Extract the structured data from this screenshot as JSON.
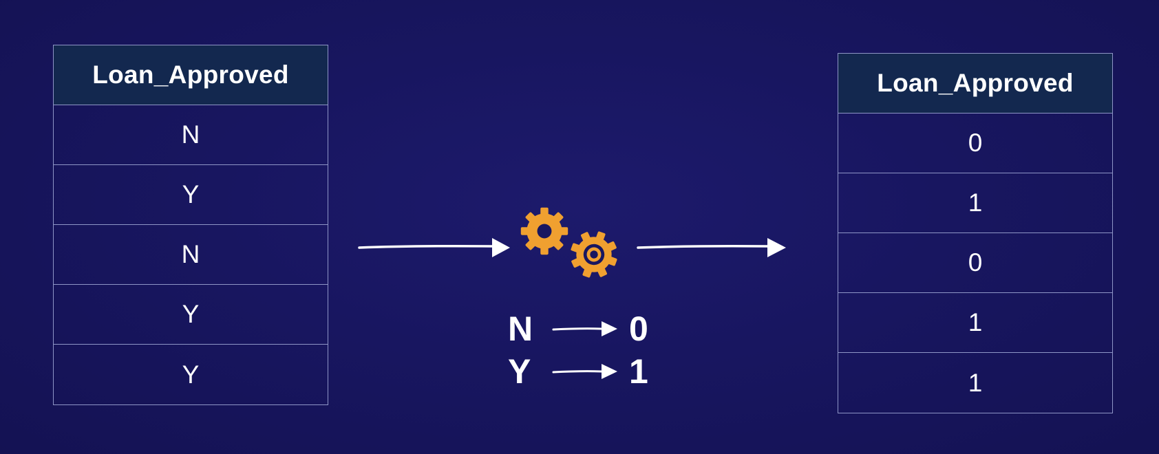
{
  "left_table": {
    "header": "Loan_Approved",
    "rows": [
      "N",
      "Y",
      "N",
      "Y",
      "Y"
    ]
  },
  "right_table": {
    "header": "Loan_Approved",
    "rows": [
      "0",
      "1",
      "0",
      "1",
      "1"
    ]
  },
  "mapping": [
    {
      "from": "N",
      "to": "0"
    },
    {
      "from": "Y",
      "to": "1"
    }
  ],
  "icons": {
    "process": "gears-icon",
    "arrow": "arrow-right-icon"
  },
  "colors": {
    "background": "#181660",
    "header_fill": "#13284f",
    "grid_line": "#8f96c7",
    "gear": "#f0a030",
    "text": "#ffffff"
  }
}
